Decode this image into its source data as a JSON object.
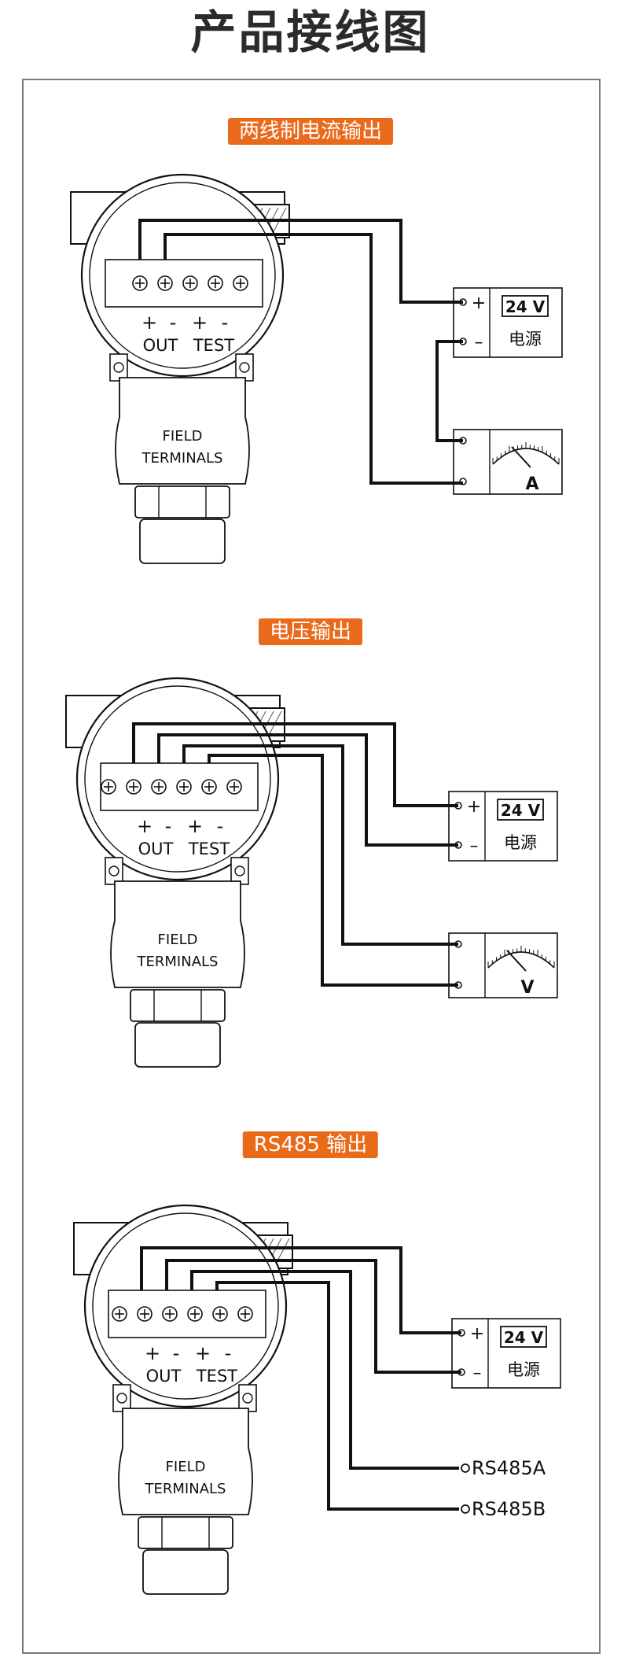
{
  "header": {
    "title": "产品接线图"
  },
  "sections": [
    {
      "label": "两线制电流输出",
      "meter_letter": "A"
    },
    {
      "label": "电压输出",
      "meter_letter": "V"
    },
    {
      "label": "RS485 输出"
    }
  ],
  "transmitter": {
    "plus": "+",
    "minus": "-",
    "out": "OUT",
    "test": "TEST",
    "field_line1": "FIELD",
    "field_line2": "TERMINALS"
  },
  "power_supply": {
    "voltage": "24 V",
    "name": "电源",
    "plus": "+",
    "minus": "–"
  },
  "rs485": {
    "a": "RS485A",
    "b": "RS485B"
  }
}
